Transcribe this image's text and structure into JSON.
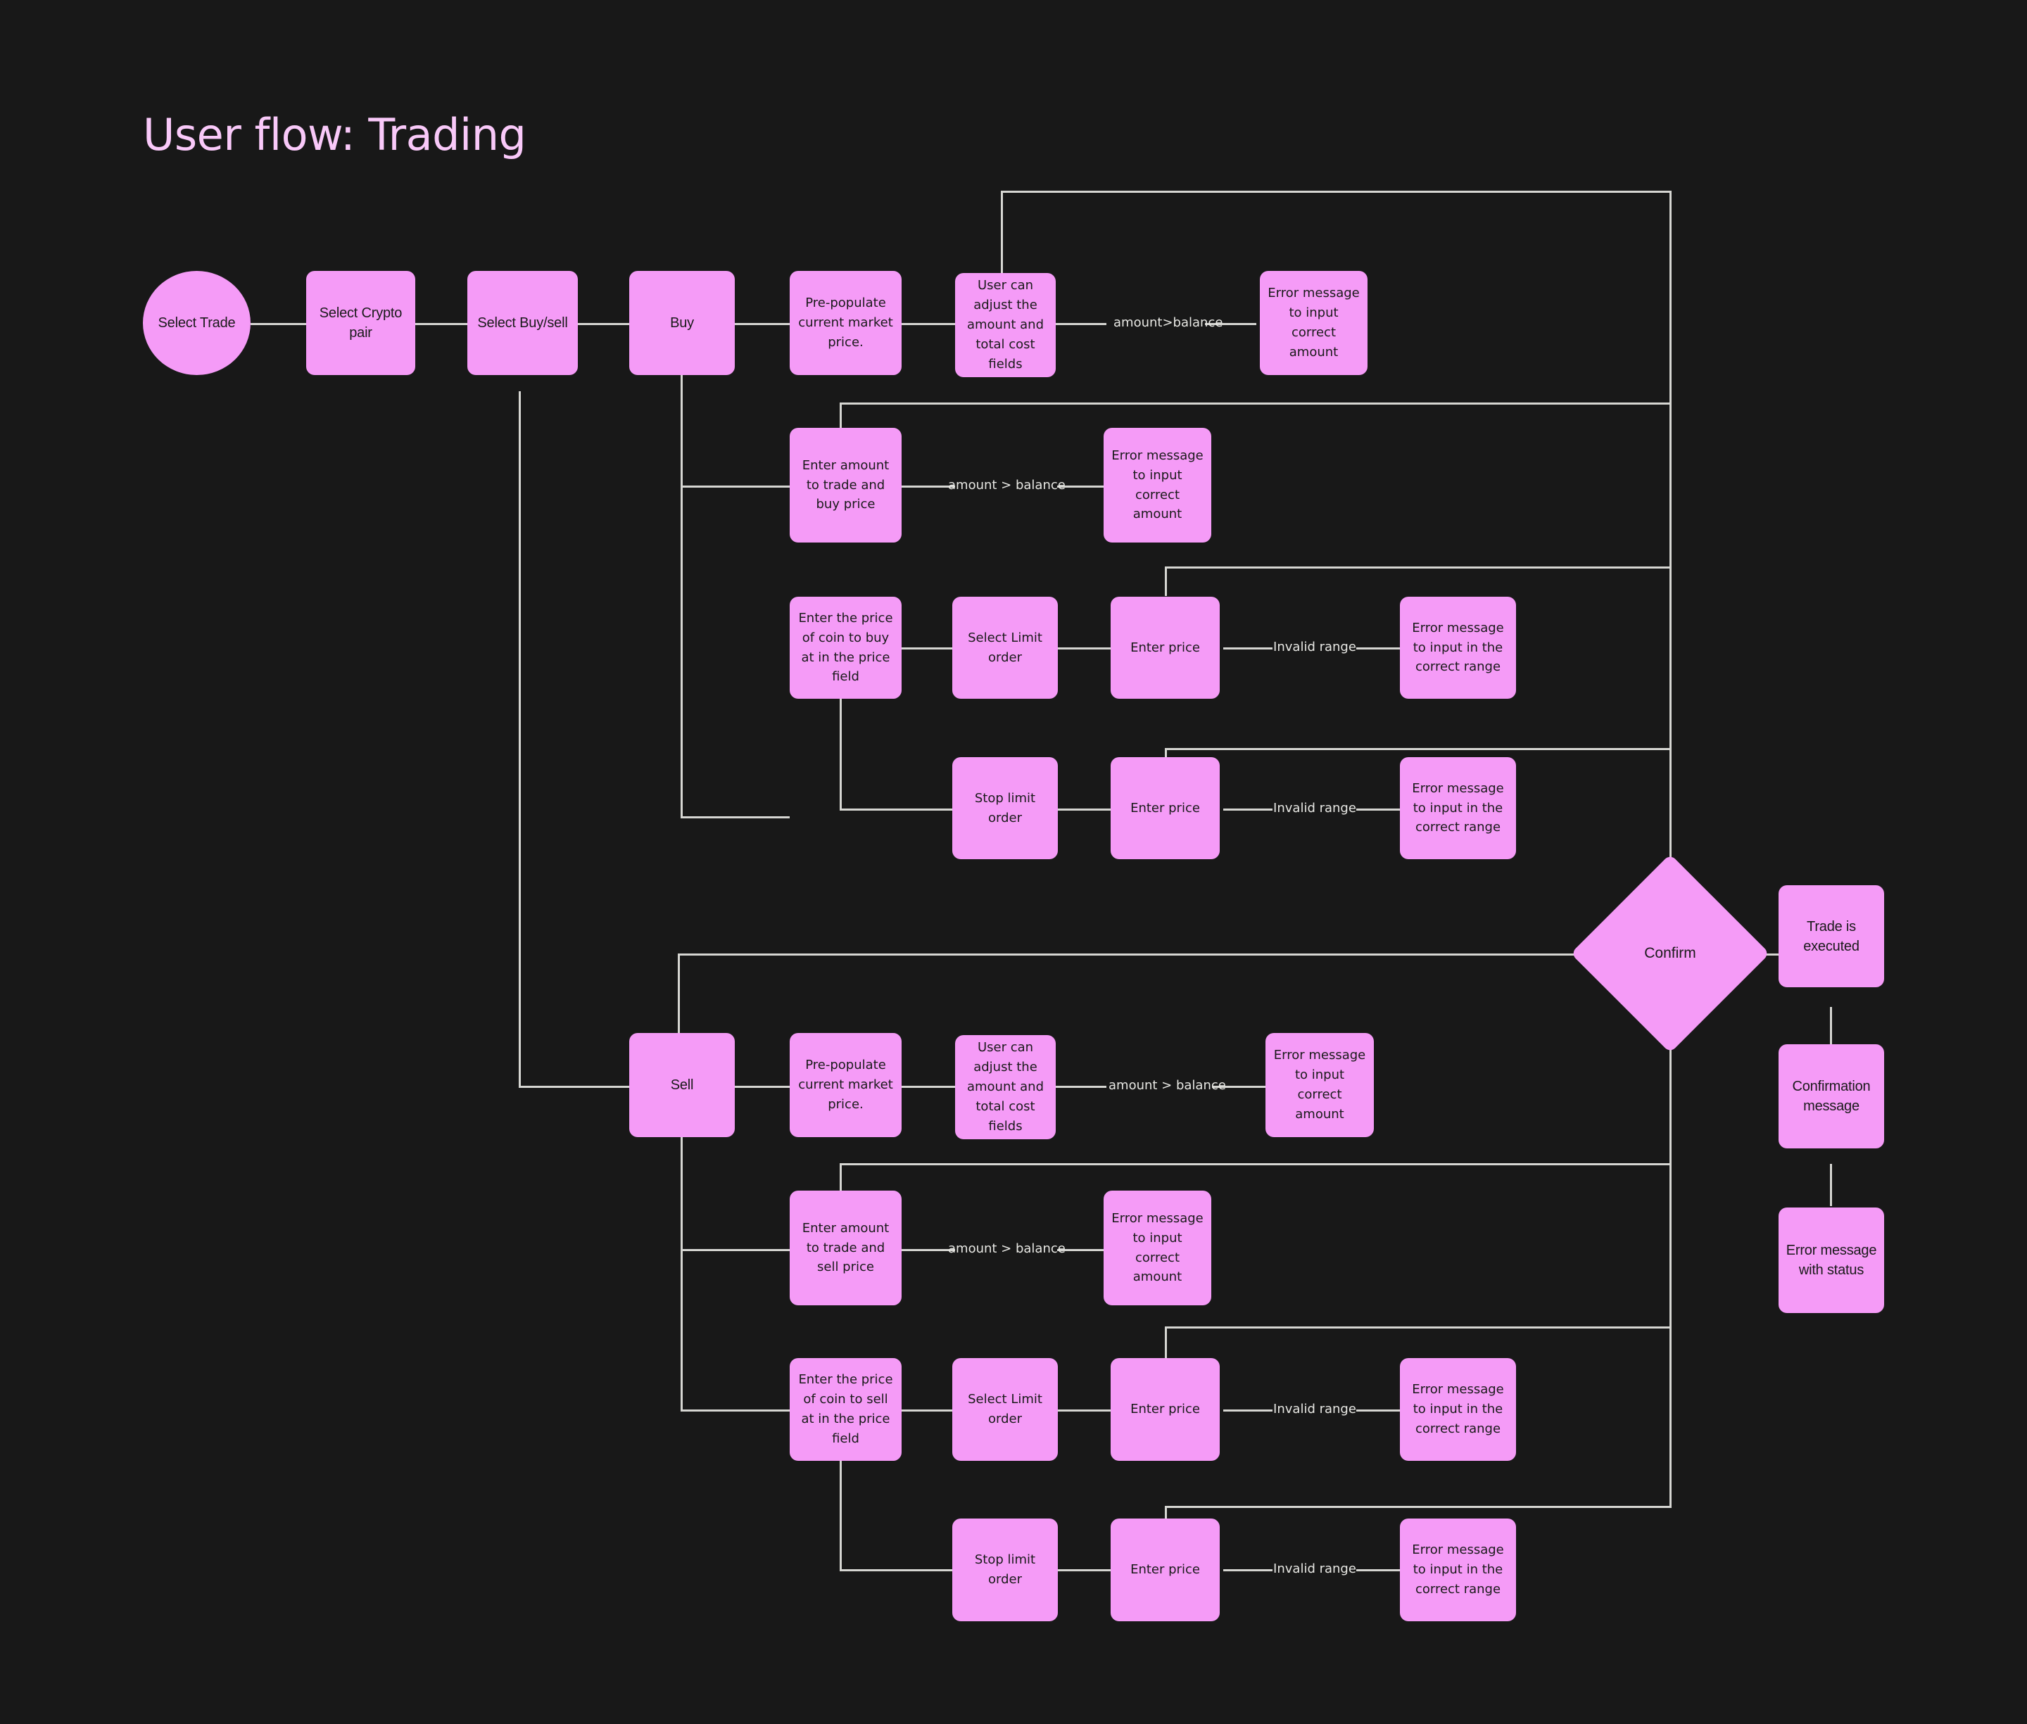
{
  "page": {
    "title": "User flow: Trading",
    "background_color": "#181818",
    "node_color": "#F59BF7",
    "line_color": "#D6D6D2",
    "title_color": "#F9C9F9",
    "node_text_color": "#1A1A1A"
  },
  "nodes": {
    "select_trade": "Select Trade",
    "select_crypto_pair": "Select Crypto pair",
    "select_buy_sell": "Select Buy/sell",
    "buy": "Buy",
    "buy_prepopulate": "Pre-populate current market price.",
    "buy_user_adjust": "User can adjust the amount and total cost fields",
    "buy_error_amount_1": "Error message to input correct amount",
    "buy_enter_amount": "Enter amount to trade and buy price",
    "buy_error_amount_2": "Error message to input correct amount",
    "buy_enter_price_field": "Enter the price of coin to buy at in the price field",
    "buy_select_limit": "Select Limit order",
    "buy_enter_price_limit": "Enter price",
    "buy_error_range_limit": "Error message to input in the correct range",
    "buy_stop_limit": "Stop limit order",
    "buy_enter_price_stop": "Enter price",
    "buy_error_range_stop": "Error message to input in the correct range",
    "sell": "Sell",
    "sell_prepopulate": "Pre-populate current market price.",
    "sell_user_adjust": "User can adjust the amount and total cost fields",
    "sell_error_amount_1": "Error message to input correct amount",
    "sell_enter_amount": "Enter amount to trade and sell price",
    "sell_error_amount_2": "Error message to input correct amount",
    "sell_enter_price_field": "Enter the price of coin to sell at in the price field",
    "sell_select_limit": "Select Limit order",
    "sell_enter_price_limit": "Enter price",
    "sell_error_range_limit": "Error message to input in the correct range",
    "sell_stop_limit": "Stop limit order",
    "sell_enter_price_stop": "Enter price",
    "sell_error_range_stop": "Error message to input in the correct range",
    "confirm": "Confirm",
    "trade_executed": "Trade is executed",
    "confirmation_message": "Confirmation message",
    "error_message_status": "Error message with status"
  },
  "edge_labels": {
    "buy_amount_balance_1": "amount>balance",
    "buy_amount_balance_2": "amount > balance",
    "buy_invalid_range_limit": "Invalid range",
    "buy_invalid_range_stop": "Invalid range",
    "sell_amount_balance_1": "amount > balance",
    "sell_amount_balance_2": "amount > balance",
    "sell_invalid_range_limit": "Invalid range",
    "sell_invalid_range_stop": "Invalid range"
  }
}
